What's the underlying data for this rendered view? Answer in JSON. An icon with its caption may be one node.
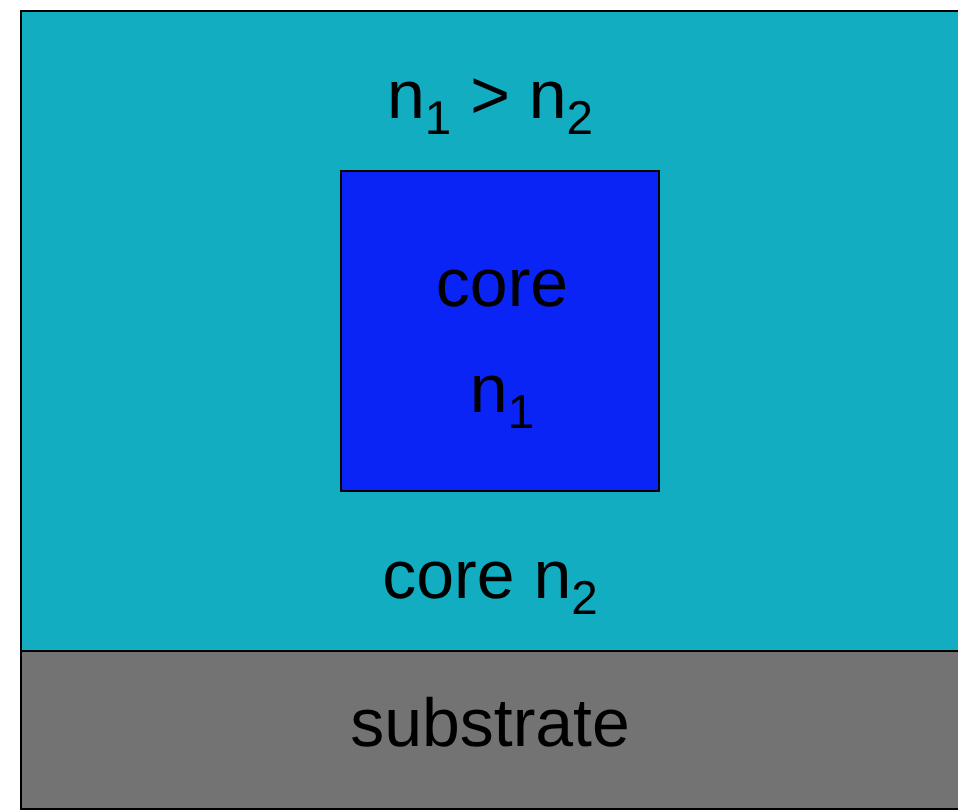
{
  "diagram": {
    "nodes": [
      {
        "text": [
          "n$_{1}$ > n$_{2}$",
          "core n$_{2}$"
        ]
      },
      {
        "text": [
          "core n$_{1}$"
        ],
        "in": 0
      },
      {
        "text": [
          "substrate"
        ]
      }
    ]
  }
}
